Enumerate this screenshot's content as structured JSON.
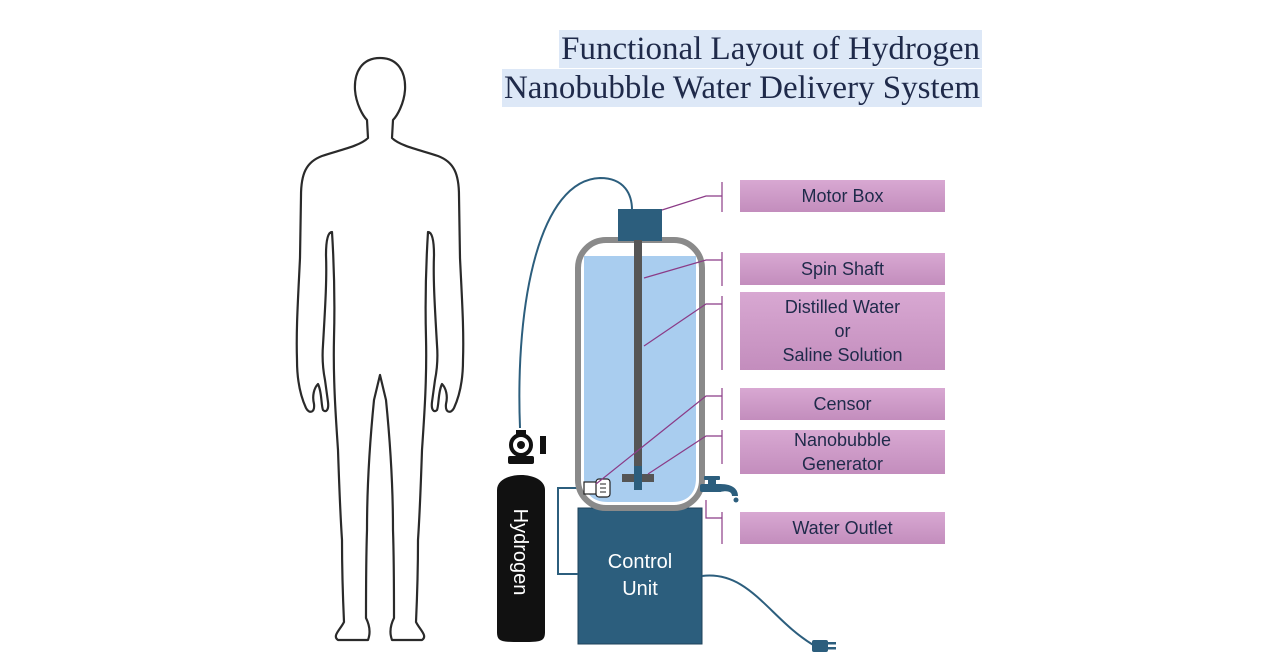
{
  "title": {
    "line1": "Functional Layout of Hydrogen",
    "line2": "Nanobubble Water Delivery System"
  },
  "labels": {
    "motor_box": "Motor Box",
    "spin_shaft": "Spin Shaft",
    "distilled_water": [
      "Distilled Water",
      "or",
      "Saline Solution"
    ],
    "censor": "Censor",
    "nanobubble_generator": [
      "Nanobubble",
      "Generator"
    ],
    "water_outlet": "Water Outlet"
  },
  "cylinder_label": "Hydrogen",
  "control_unit": [
    "Control",
    "Unit"
  ],
  "colors": {
    "title_bg": "#dde8f7",
    "label_bg": "#c79ac2",
    "unit_blue": "#2c5e7d",
    "water": "#a9cdef",
    "callout_line": "#8b3b87"
  }
}
